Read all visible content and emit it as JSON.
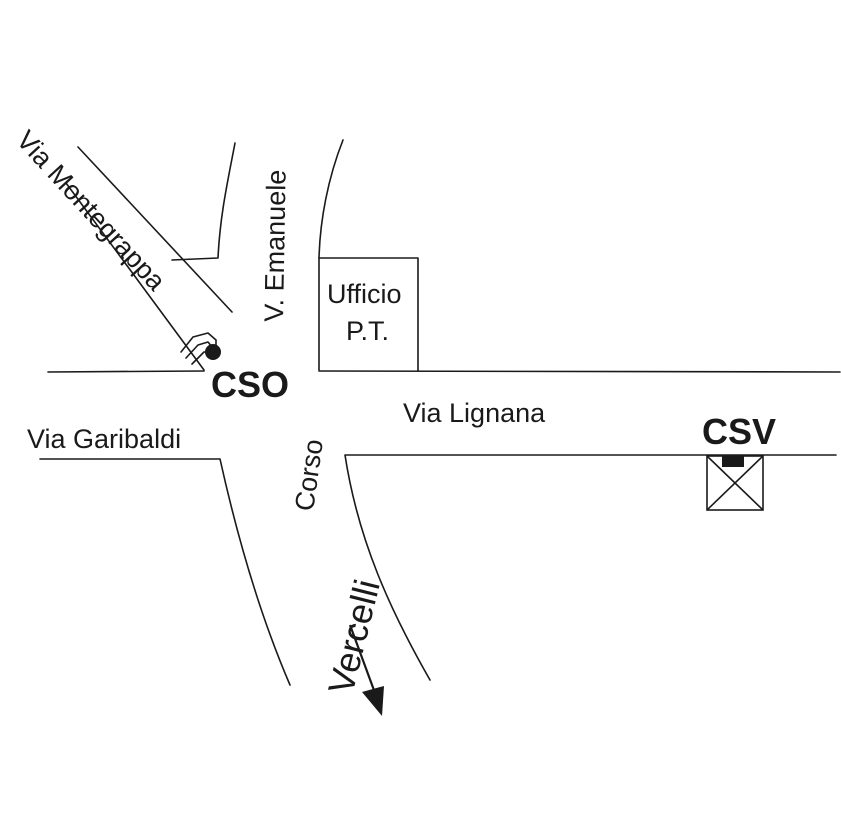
{
  "streets": {
    "via_montegrappa": "Via Montegrappa",
    "v_emanuele": "V. Emanuele",
    "via_garibaldi": "Via Garibaldi",
    "via_lignana": "Via Lignana",
    "corso": "Corso",
    "vercelli": "Vercelli"
  },
  "buildings": {
    "ufficio_line1": "Ufficio",
    "ufficio_line2": "P.T."
  },
  "markers": {
    "cso": "CSO",
    "csv": "CSV"
  },
  "colors": {
    "ink": "#1a1a1a",
    "background": "#ffffff"
  }
}
